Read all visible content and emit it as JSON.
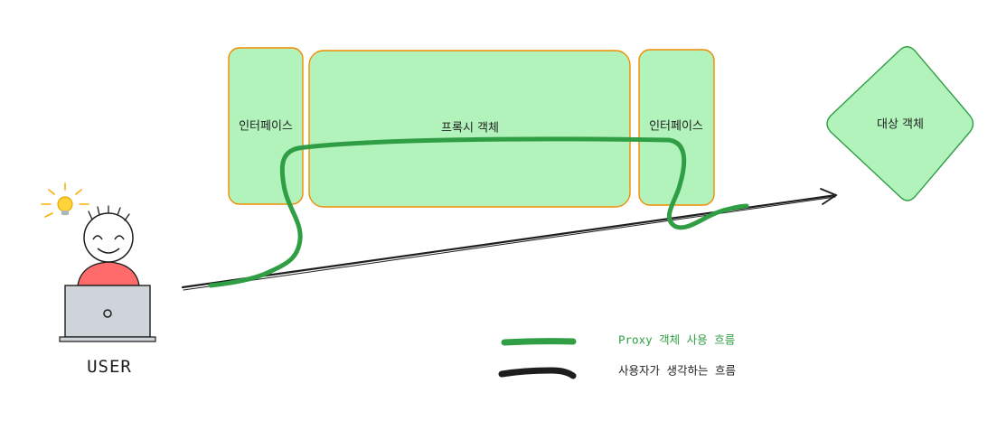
{
  "diagram": {
    "interface_left_label": "인터페이스",
    "proxy_label": "프록시 객체",
    "interface_right_label": "인터페이스",
    "target_label": "대상 객체",
    "user_label": "USER",
    "legend": {
      "green_label": "Proxy 객체 사용 흐름",
      "dark_label": "사용자가 생각하는 흐름"
    },
    "colors": {
      "box_fill": "#b2f2bb",
      "box_stroke": "#f08c00",
      "target_stroke": "#2f9e44",
      "green_flow": "#2f9e44",
      "dark_flow": "#1e1e1e",
      "user_body": "#ff6b6b",
      "laptop": "#ced4da",
      "bulb": "#ffd43b"
    },
    "icons": [
      "lightbulb-icon",
      "user-face-icon",
      "laptop-icon"
    ]
  }
}
